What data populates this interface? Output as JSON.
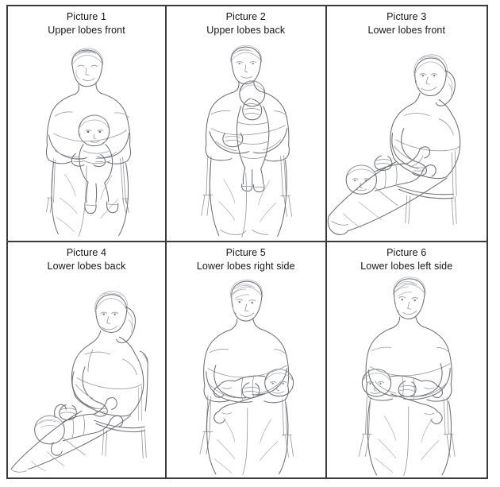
{
  "figure": {
    "type": "instructional-illustration-grid",
    "rows": 2,
    "columns": 3,
    "background_color": "#ffffff",
    "border_color": "#3a3a3a",
    "line_art_color": "#6d6f72",
    "panels": [
      {
        "id": "picture-1",
        "title": "Picture 1",
        "subtitle": "Upper lobes front",
        "illustration": "adult-seated-on-chair-holding-infant-upright-facing-forward-on-lap"
      },
      {
        "id": "picture-2",
        "title": "Picture 2",
        "subtitle": "Upper lobes back",
        "illustration": "adult-seated-on-chair-holding-infant-upright-against-chest-facing-away"
      },
      {
        "id": "picture-3",
        "title": "Picture 3",
        "subtitle": "Lower lobes front",
        "illustration": "adult-seated-with-legs-extended-infant-lying-face-up-head-down-on-legs"
      },
      {
        "id": "picture-4",
        "title": "Picture 4",
        "subtitle": "Lower lobes back",
        "illustration": "adult-seated-with-legs-extended-infant-lying-face-down-head-down-on-legs"
      },
      {
        "id": "picture-5",
        "title": "Picture 5",
        "subtitle": "Lower lobes right side",
        "illustration": "adult-seated-holding-infant-lying-on-left-side-across-lap-head-to-the-right"
      },
      {
        "id": "picture-6",
        "title": "Picture 6",
        "subtitle": "Lower lobes left side",
        "illustration": "adult-seated-holding-infant-lying-on-right-side-across-lap-head-to-the-left"
      }
    ]
  }
}
